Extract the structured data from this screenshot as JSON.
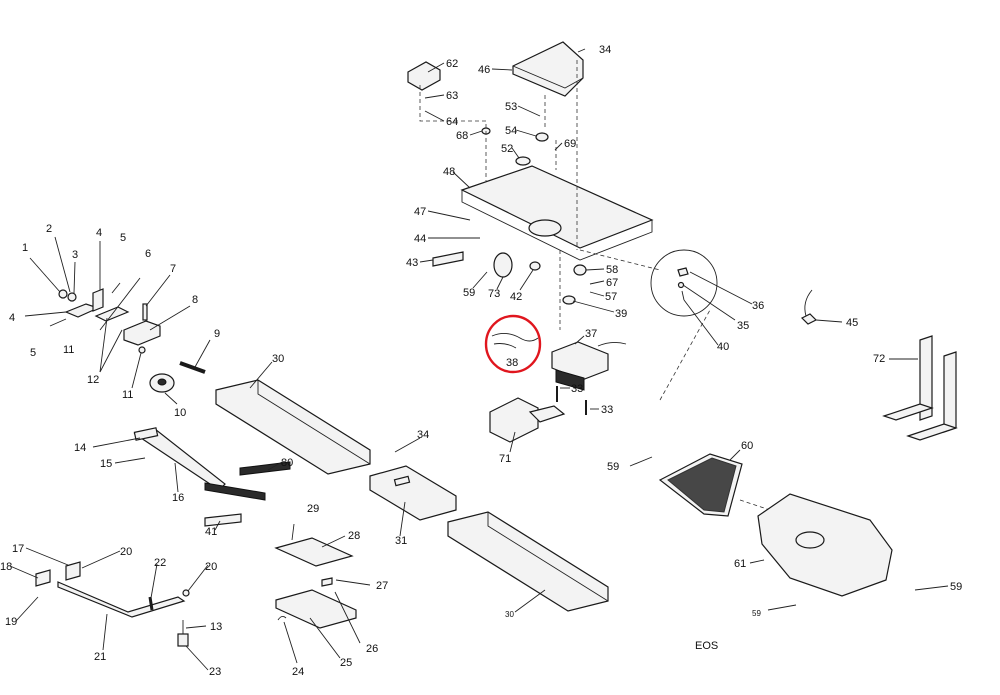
{
  "diagram": {
    "brand": "EOS",
    "highlight_color": "#e0161e",
    "callouts": [
      {
        "id": "c1",
        "text": "1"
      },
      {
        "id": "c2",
        "text": "2"
      },
      {
        "id": "c3",
        "text": "3"
      },
      {
        "id": "c4a",
        "text": "4"
      },
      {
        "id": "c4b",
        "text": "4"
      },
      {
        "id": "c5a",
        "text": "5"
      },
      {
        "id": "c5b",
        "text": "5"
      },
      {
        "id": "c6",
        "text": "6"
      },
      {
        "id": "c7",
        "text": "7"
      },
      {
        "id": "c8",
        "text": "8"
      },
      {
        "id": "c9",
        "text": "9"
      },
      {
        "id": "c10",
        "text": "10"
      },
      {
        "id": "c11a",
        "text": "11"
      },
      {
        "id": "c11b",
        "text": "11"
      },
      {
        "id": "c12",
        "text": "12"
      },
      {
        "id": "c13",
        "text": "13"
      },
      {
        "id": "c14",
        "text": "14"
      },
      {
        "id": "c15",
        "text": "15"
      },
      {
        "id": "c16",
        "text": "16"
      },
      {
        "id": "c17",
        "text": "17"
      },
      {
        "id": "c18",
        "text": "18"
      },
      {
        "id": "c19",
        "text": "19"
      },
      {
        "id": "c20a",
        "text": "20"
      },
      {
        "id": "c20b",
        "text": "20"
      },
      {
        "id": "c21",
        "text": "21"
      },
      {
        "id": "c22",
        "text": "22"
      },
      {
        "id": "c23",
        "text": "23"
      },
      {
        "id": "c24",
        "text": "24"
      },
      {
        "id": "c25",
        "text": "25"
      },
      {
        "id": "c26",
        "text": "26"
      },
      {
        "id": "c27",
        "text": "27"
      },
      {
        "id": "c28",
        "text": "28"
      },
      {
        "id": "c29",
        "text": "29"
      },
      {
        "id": "c30a",
        "text": "30"
      },
      {
        "id": "c30b",
        "text": "30"
      },
      {
        "id": "c31",
        "text": "31"
      },
      {
        "id": "c33a",
        "text": "33"
      },
      {
        "id": "c33b",
        "text": "33"
      },
      {
        "id": "c34a",
        "text": "34"
      },
      {
        "id": "c34b",
        "text": "34"
      },
      {
        "id": "c35",
        "text": "35"
      },
      {
        "id": "c36",
        "text": "36"
      },
      {
        "id": "c37",
        "text": "37"
      },
      {
        "id": "c38",
        "text": "38"
      },
      {
        "id": "c39",
        "text": "39"
      },
      {
        "id": "c40",
        "text": "40"
      },
      {
        "id": "c41",
        "text": "41"
      },
      {
        "id": "c42",
        "text": "42"
      },
      {
        "id": "c43",
        "text": "43"
      },
      {
        "id": "c44",
        "text": "44"
      },
      {
        "id": "c45",
        "text": "45"
      },
      {
        "id": "c46",
        "text": "46"
      },
      {
        "id": "c47",
        "text": "47"
      },
      {
        "id": "c48",
        "text": "48"
      },
      {
        "id": "c52",
        "text": "52"
      },
      {
        "id": "c53",
        "text": "53"
      },
      {
        "id": "c54",
        "text": "54"
      },
      {
        "id": "c57",
        "text": "57"
      },
      {
        "id": "c58",
        "text": "58"
      },
      {
        "id": "c59a",
        "text": "59"
      },
      {
        "id": "c59b",
        "text": "59"
      },
      {
        "id": "c59c",
        "text": "59"
      },
      {
        "id": "c59d",
        "text": "59"
      },
      {
        "id": "c60",
        "text": "60"
      },
      {
        "id": "c61",
        "text": "61"
      },
      {
        "id": "c62",
        "text": "62"
      },
      {
        "id": "c63",
        "text": "63"
      },
      {
        "id": "c64",
        "text": "64"
      },
      {
        "id": "c67",
        "text": "67"
      },
      {
        "id": "c68",
        "text": "68"
      },
      {
        "id": "c69",
        "text": "69"
      },
      {
        "id": "c71",
        "text": "71"
      },
      {
        "id": "c72",
        "text": "72"
      },
      {
        "id": "c73",
        "text": "73"
      },
      {
        "id": "c80",
        "text": "80"
      }
    ]
  }
}
